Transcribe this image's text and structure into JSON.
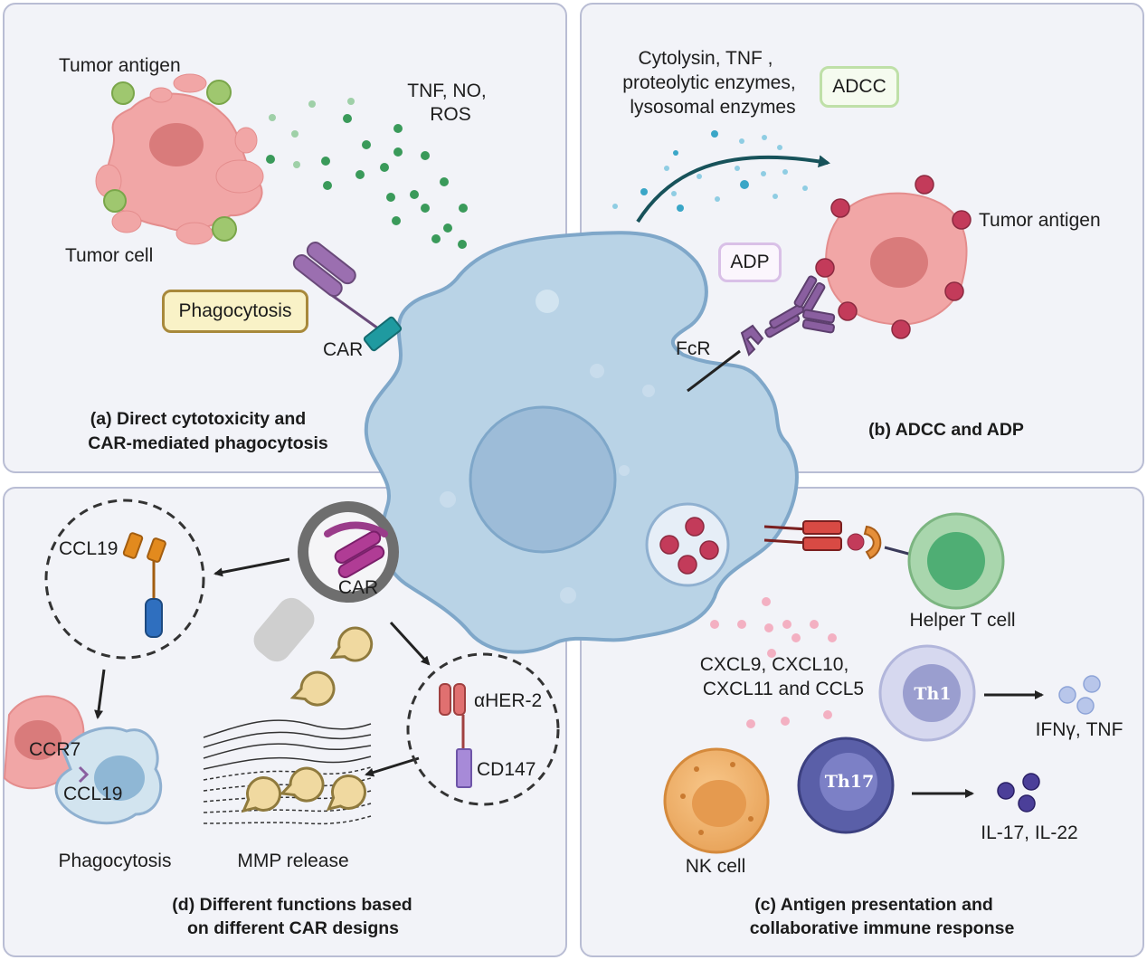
{
  "panels": {
    "a": {
      "caption_line1": "(a) Direct cytotoxicity and",
      "caption_line2": "CAR-mediated phagocytosis",
      "tumor_antigen": "Tumor antigen",
      "tumor_cell": "Tumor cell",
      "molecules": "TNF, NO,",
      "molecules_2": "ROS",
      "phagocytosis": "Phagocytosis",
      "car": "CAR"
    },
    "b": {
      "caption": "(b) ADCC and ADP",
      "secreted_line1": "Cytolysin, TNF ,",
      "secreted_line2": "proteolytic enzymes,",
      "secreted_line3": "lysosomal enzymes",
      "adcc": "ADCC",
      "adp": "ADP",
      "tumor_antigen": "Tumor antigen",
      "fcr": "FcR"
    },
    "c": {
      "caption_line1": "(c) Antigen presentation and",
      "caption_line2": "collaborative  immune response",
      "helper_t": "Helper T cell",
      "chemokines_line1": "CXCL9, CXCL10,",
      "chemokines_line2": "CXCL11 and CCL5",
      "th1": "Th1",
      "th17": "Th17",
      "th1_output": "IFNγ, TNF",
      "th17_output": "IL-17, IL-22",
      "nk_cell": "NK cell"
    },
    "d": {
      "caption_line1": "(d) Different functions based",
      "caption_line2": "on different CAR designs",
      "car": "CAR",
      "ccl19": "CCL19",
      "ccr7": "CCR7",
      "ccl19_bottom": "CCL19",
      "phagocytosis": "Phagocytosis",
      "mmp": "MMP release",
      "aher2": "αHER-2",
      "cd147": "CD147"
    }
  },
  "colors": {
    "panel_bg": "#f2f3f8",
    "panel_border": "#b9bdd4",
    "macrophage": "#b9d3e6",
    "tumor": "#f1a6a6",
    "car_purple": "#8b5a9e",
    "car_teal": "#1f9aa0"
  }
}
